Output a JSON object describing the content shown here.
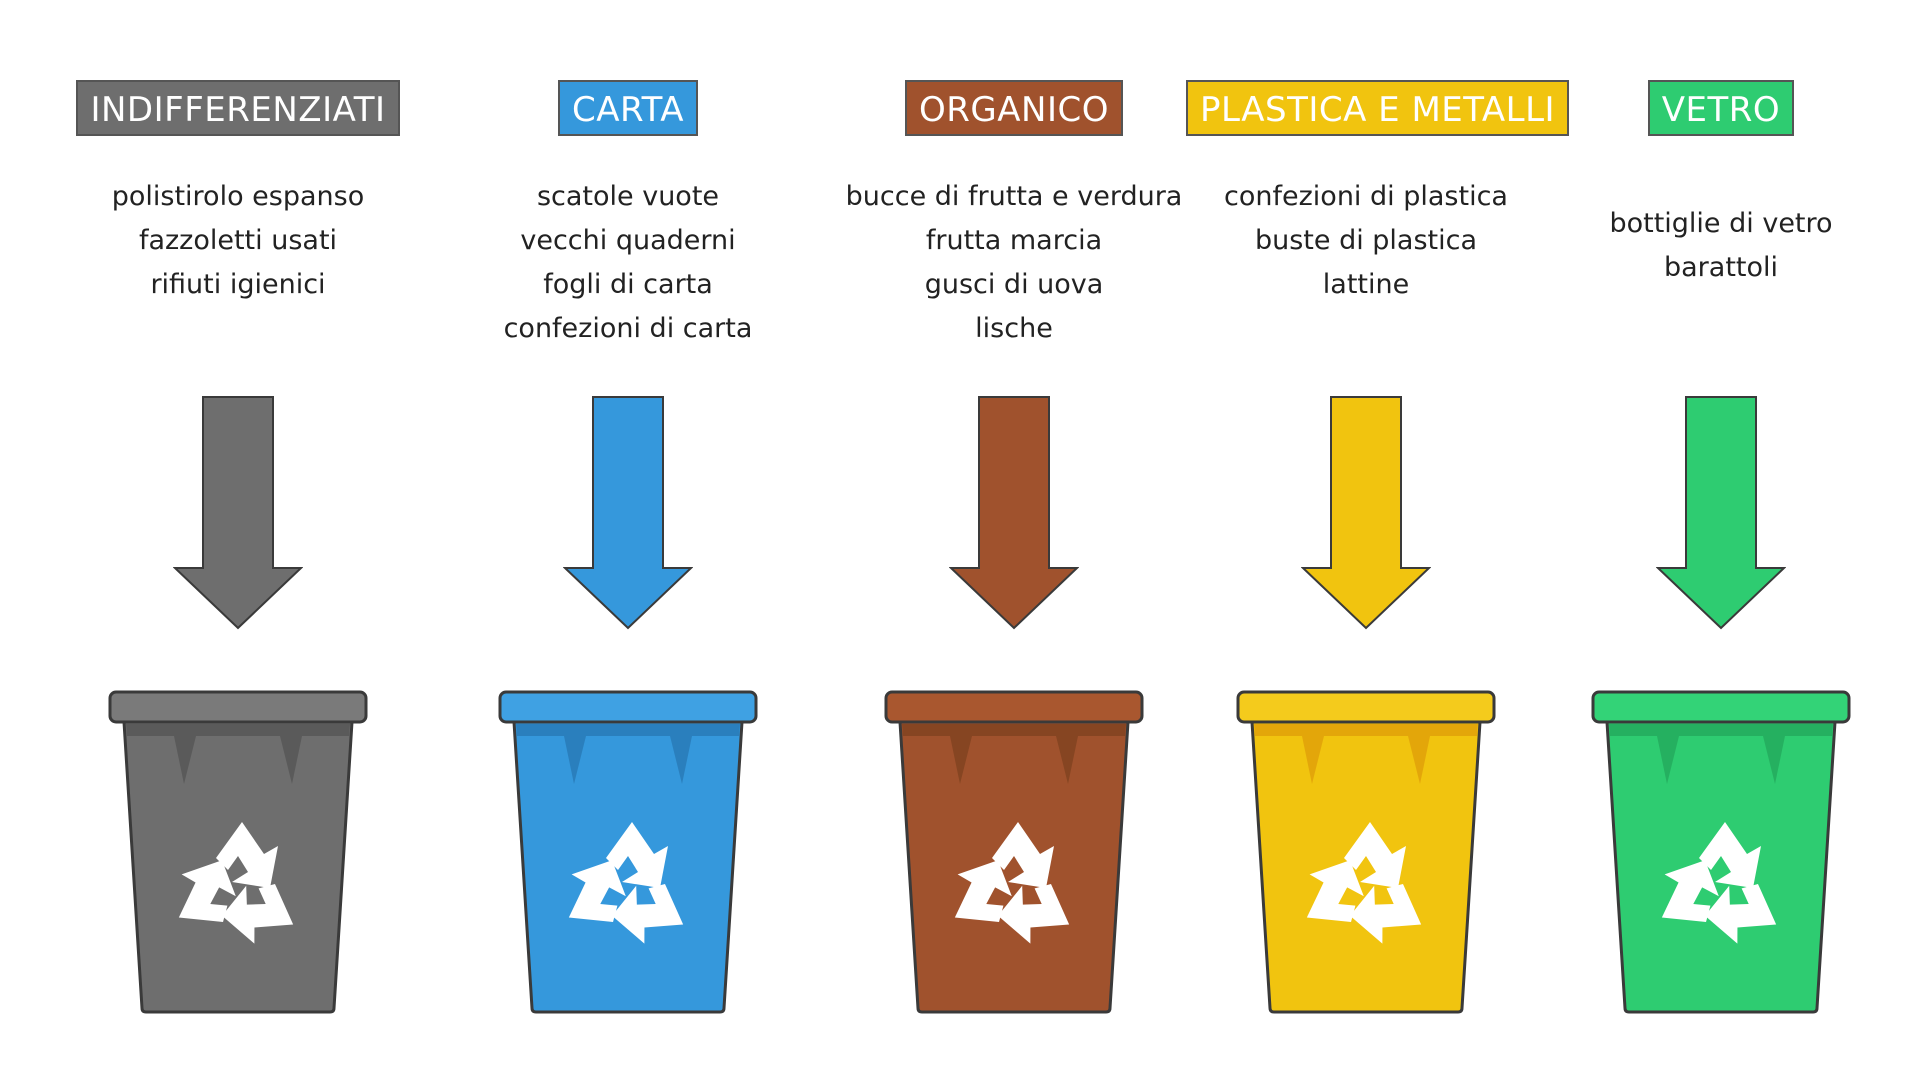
{
  "categories": [
    {
      "title": "INDIFFERENZIATI",
      "items": [
        "polistirolo espanso",
        "fazzoletti usati",
        "rifiuti igienici"
      ],
      "color": "#6e6e6e",
      "lid_color": "#7a7a7a",
      "dark_color": "#5a5a5a",
      "icon": "recycle-icon"
    },
    {
      "title": "CARTA",
      "items": [
        "scatole vuote",
        "vecchi quaderni",
        "fogli di carta",
        "confezioni di carta"
      ],
      "color": "#3598dc",
      "lid_color": "#3fa1e3",
      "dark_color": "#2a7fbd",
      "icon": "recycle-icon"
    },
    {
      "title": "ORGANICO",
      "items": [
        "bucce di frutta e verdura",
        "frutta marcia",
        "gusci di uova",
        "lische"
      ],
      "color": "#a0522d",
      "lid_color": "#a9572f",
      "dark_color": "#864522",
      "icon": "recycle-icon"
    },
    {
      "title": "PLASTICA E METALLI",
      "items": [
        "confezioni di plastica",
        "buste di plastica",
        "lattine"
      ],
      "color": "#f1c40f",
      "lid_color": "#f4cb1c",
      "dark_color": "#e3a60a",
      "icon": "recycle-icon"
    },
    {
      "title": "VETRO",
      "items": [
        "bottiglie di vetro",
        "barattoli"
      ],
      "color": "#2ecc71",
      "lid_color": "#33d377",
      "dark_color": "#25b060",
      "icon": "recycle-icon"
    }
  ]
}
